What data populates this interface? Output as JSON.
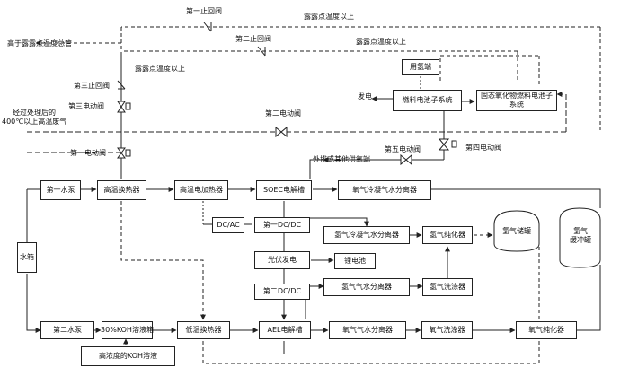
{
  "labels": {
    "first_check_valve": "第一止回阀",
    "second_check_valve": "第二止回阀",
    "third_check_valve": "第三止回阀",
    "above_dew_top": "露露点温度以上",
    "above_dew_mid": "露露点温度以上",
    "above_dew_left": "露露点温度以上",
    "vent_main": "高于露露点温度总管",
    "third_electric_valve": "第三电动阀",
    "waste_gas_line1": "经过处理后的",
    "waste_gas_line2": "400℃以上高温废气",
    "first_electric_valve": "第一电动阀",
    "second_electric_valve": "第二电动阀",
    "fifth_electric_valve": "第五电动阀",
    "fourth_electric_valve": "第四电动阀",
    "power_gen": "发电",
    "exhaust": "外排或其他供氧端"
  },
  "boxes": {
    "hydrogen_user": "用氢端",
    "fuel_cell": "燃料电池子系统",
    "sofc": "固态氧化物燃料电池子系统",
    "pump1": "第一水泵",
    "hx_high": "高温换热器",
    "heater": "高温电加热器",
    "soec": "SOEC电解槽",
    "o2_sep_cool": "氧气冷凝气水分离器",
    "dcac": "DC/AC",
    "dcdc1": "第一DC/DC",
    "h2_sep_cool": "氢气冷凝气水分离器",
    "h2_purifier_top": "氢气纯化器",
    "pv": "光伏发电",
    "battery": "锂电池",
    "dcdc2": "第二DC/DC",
    "h2_sep": "氢气气水分离器",
    "h2_wash_mid": "氢气洗涤器",
    "water_tank": "水箱",
    "pump2": "第二水泵",
    "koh_tank": "30%KOH溶液箱",
    "hx_low": "低温换热器",
    "ael": "AEL电解槽",
    "o2_sep": "氧气气水分离器",
    "o2_wash": "氧气洗涤器",
    "h2_purifier_bottom": "氧气纯化器",
    "koh_high": "高浓度的KOH溶液"
  },
  "tanks": {
    "h2_storage": "氢气储罐",
    "h2_buffer_line1": "氢气",
    "h2_buffer_line2": "缓冲罐"
  }
}
